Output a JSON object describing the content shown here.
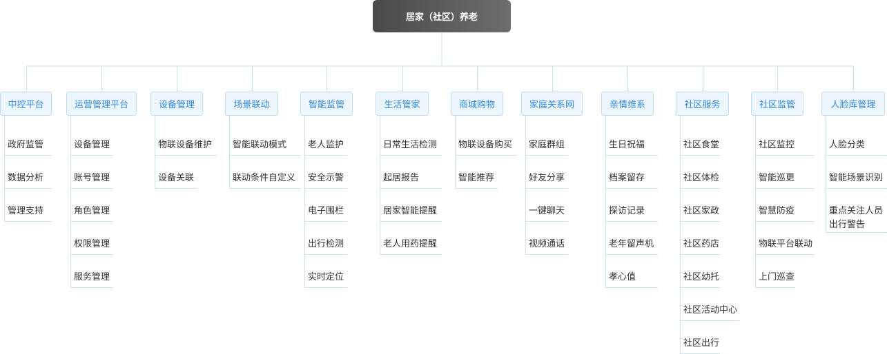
{
  "root": {
    "label": "居家（社区）养老"
  },
  "branches": [
    {
      "label": "中控平台",
      "items": [
        "政府监管",
        "数据分析",
        "管理支持"
      ]
    },
    {
      "label": "运营管理平台",
      "items": [
        "设备管理",
        "账号管理",
        "角色管理",
        "权限管理",
        "服务管理"
      ]
    },
    {
      "label": "设备管理",
      "items": [
        "物联设备维护",
        "设备关联"
      ]
    },
    {
      "label": "场景联动",
      "items": [
        "智能联动模式",
        "联动条件自定义"
      ]
    },
    {
      "label": "智能监管",
      "items": [
        "老人监护",
        "安全示警",
        "电子围栏",
        "出行检测",
        "实时定位"
      ]
    },
    {
      "label": "生活管家",
      "items": [
        "日常生活检测",
        "起居报告",
        "居家智能提醒",
        "老人用药提醒"
      ]
    },
    {
      "label": "商城购物",
      "items": [
        "物联设备购买",
        "智能推荐"
      ]
    },
    {
      "label": "家庭关系网",
      "items": [
        "家庭群组",
        "好友分享",
        "一键聊天",
        "视频通话"
      ]
    },
    {
      "label": "亲情维系",
      "items": [
        "生日祝福",
        "档案留存",
        "探访记录",
        "老年留声机",
        "孝心值"
      ]
    },
    {
      "label": "社区服务",
      "items": [
        "社区食堂",
        "社区体检",
        "社区家政",
        "社区药店",
        "社区幼托",
        "社区活动中心",
        "社区出行"
      ]
    },
    {
      "label": "社区监管",
      "items": [
        "社区监控",
        "智能巡更",
        "智慧防疫",
        "物联平台联动",
        "上门巡查"
      ]
    },
    {
      "label": "人脸库管理",
      "items": [
        "人脸分类",
        "智能场景识别",
        "重点关注人员出行警告"
      ]
    }
  ]
}
